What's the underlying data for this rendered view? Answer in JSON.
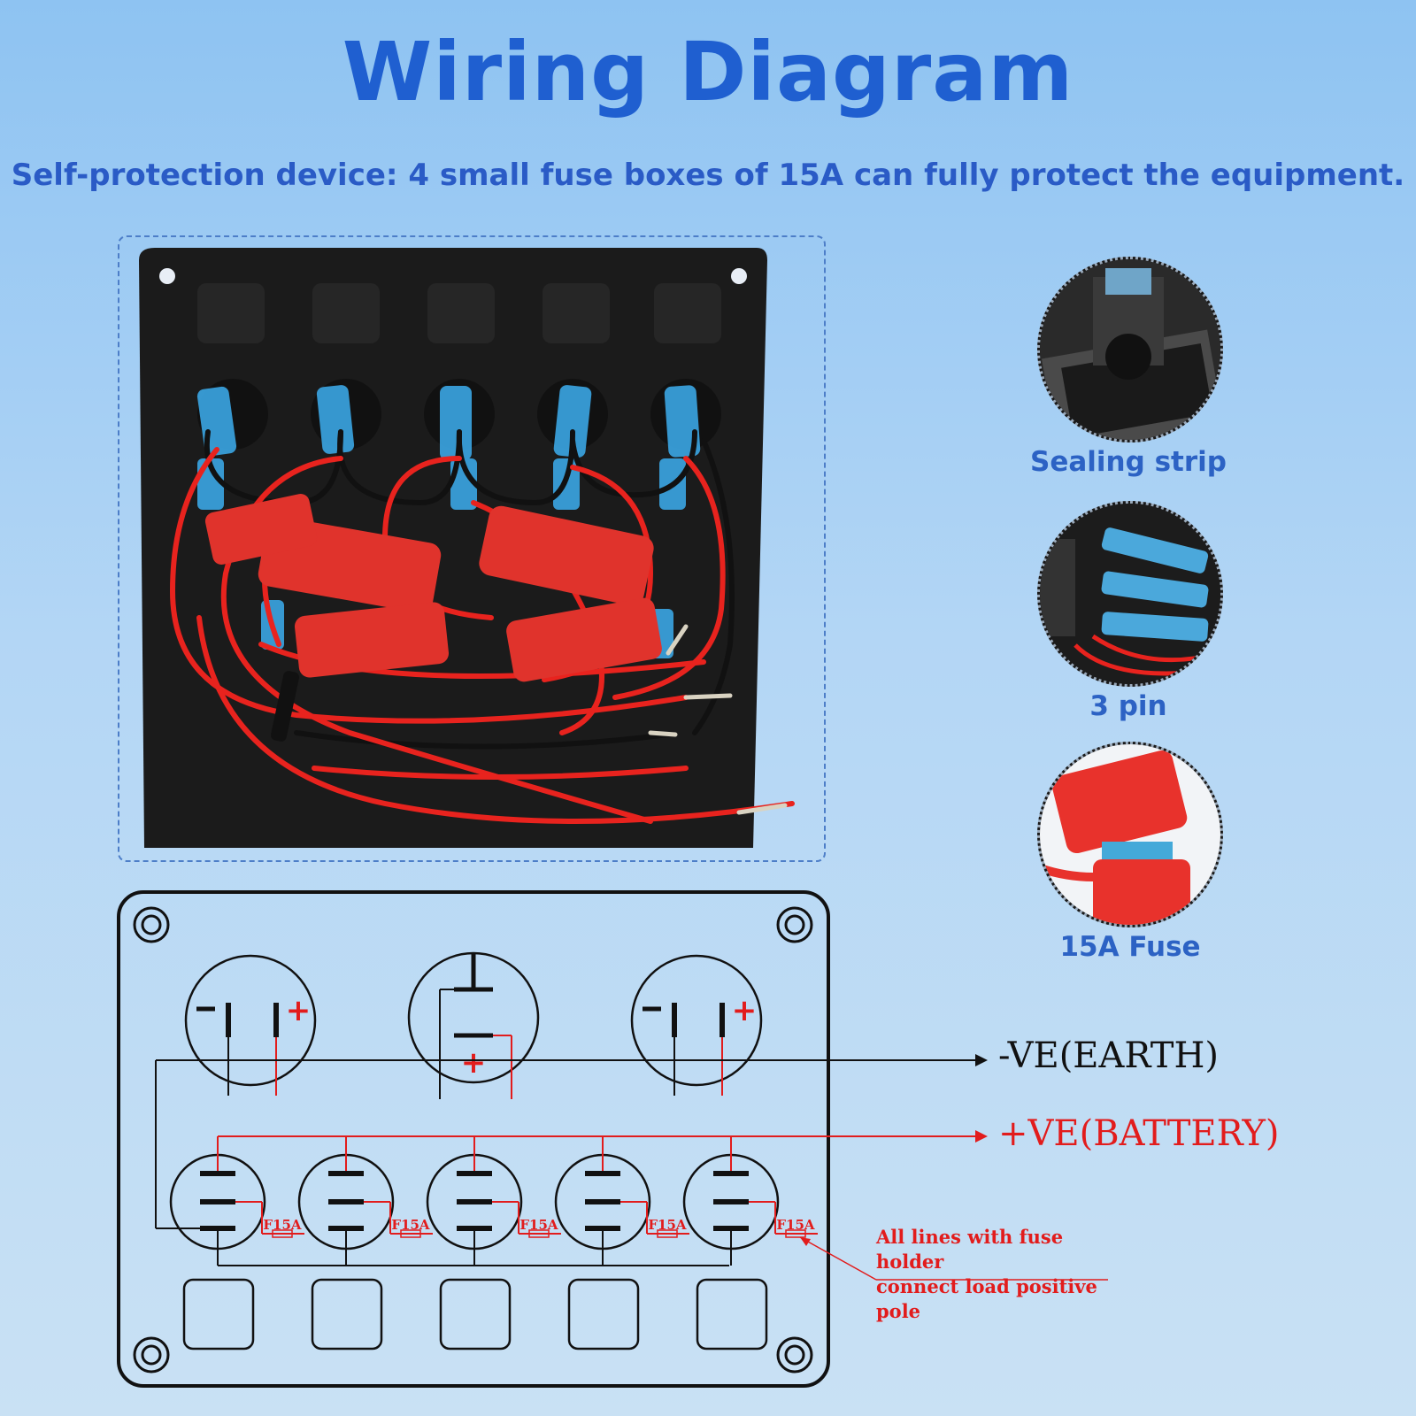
{
  "header": {
    "title": "Wiring Diagram",
    "subtitle": "Self-protection device: 4 small fuse boxes of 15A can fully protect the equipment."
  },
  "details": [
    {
      "label": "Sealing strip",
      "icon": "sealing-strip-photo"
    },
    {
      "label": "3 pin",
      "icon": "connector-pins-photo"
    },
    {
      "label": "15A Fuse",
      "icon": "fuse-holder-photo"
    }
  ],
  "schematic": {
    "earth_label": "-VE(EARTH)",
    "battery_label": "+VE(BATTERY)",
    "fuse_label": "F15A",
    "note_line1": "All lines with fuse holder",
    "note_line2": "connect load positive pole",
    "plus_symbol": "+",
    "minus_symbol": "-"
  },
  "colors": {
    "title_blue": "#1f5fd0",
    "wire_red": "#e21c1c",
    "panel_black": "#1b1b1b",
    "connector_blue": "#3aa3e0"
  }
}
